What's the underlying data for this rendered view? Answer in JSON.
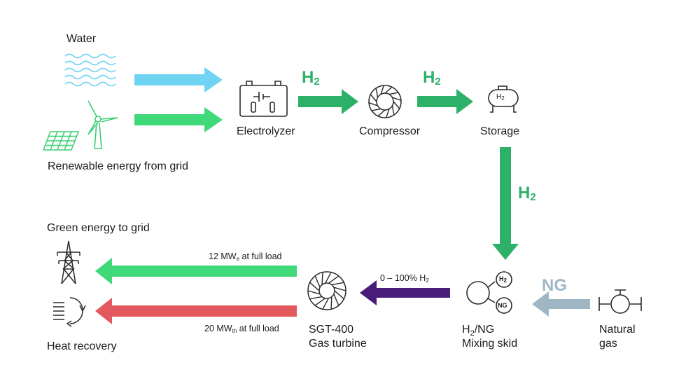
{
  "labels": {
    "water": "Water",
    "renewable": "Renewable energy from grid",
    "electrolyzer": "Electrolyzer",
    "compressor": "Compressor",
    "storage": "Storage",
    "h2": "H",
    "h2_sub": "2",
    "ng": "NG",
    "green_energy": "Green energy to grid",
    "heat_recovery": "Heat recovery",
    "elec_load_value": "12 MW",
    "elec_load_sub": "e",
    "elec_load_suffix": " at full load",
    "heat_load_value": "20 MW",
    "heat_load_sub": "th",
    "heat_load_suffix": " at full load",
    "mix_range_prefix": "0 – 100% H",
    "mix_range_sub": "2",
    "turbine_line1": "SGT-400",
    "turbine_line2": "Gas turbine",
    "mixing_line1": "H",
    "mixing_sub": "2",
    "mixing_line1_suffix": "/NG",
    "mixing_line2": "Mixing skid",
    "natural_line1": "Natural",
    "natural_line2": "gas",
    "storage_tank_label": "H",
    "storage_tank_sub": "2",
    "skid_h2": "H",
    "skid_h2_sub": "2",
    "skid_ng": "NG"
  },
  "colors": {
    "water_arrow": "#6fd4f2",
    "green_arrow": "#2db068",
    "bright_green_arrow": "#3fd97a",
    "heat_arrow": "#e4595e",
    "mix_arrow": "#4a1d7a",
    "ng_arrow": "#9fb7c4",
    "icon_water": "#6fd4f2",
    "icon_green": "#3ccf74",
    "icon_dark": "#2a2a2a"
  }
}
